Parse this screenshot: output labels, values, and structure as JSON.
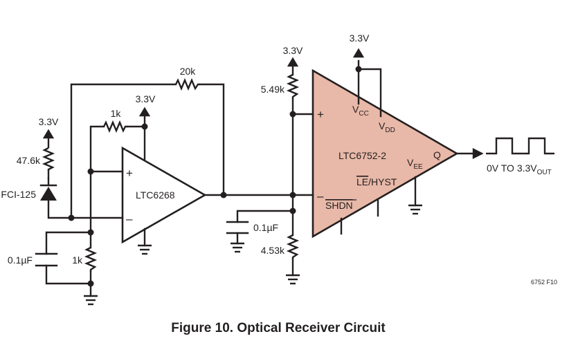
{
  "caption": "Figure 10. Optical Receiver Circuit",
  "figure_code": "6752 F10",
  "components": {
    "opamp_1": {
      "name": "LTC6268",
      "plus": "+",
      "minus": "–"
    },
    "comparator": {
      "name": "LTC6752-2",
      "plus": "+",
      "minus": "–",
      "vcc": {
        "main": "V",
        "sub": "CC"
      },
      "vdd": {
        "main": "V",
        "sub": "DD"
      },
      "vee": {
        "main": "V",
        "sub": "EE"
      },
      "q": "Q",
      "le_overbar": "LE",
      "hyst": "/HYST",
      "shdn": "SHDN"
    },
    "photodiode": {
      "label": "FCI-125"
    }
  },
  "supplies": {
    "pd_bias": "3.3V",
    "opamp": "3.3V",
    "divider": "3.3V",
    "comparator": "3.3V"
  },
  "resistors": {
    "r_pd": "47.6k",
    "r_input": "1k",
    "r_feedback": "20k",
    "r_gnd": "1k",
    "r_top": "5.49k",
    "r_bottom": "4.53k"
  },
  "capacitors": {
    "c_left": "0.1µF",
    "c_divider": "0.1µF"
  },
  "output": {
    "main": "0V TO 3.3V",
    "sub": "OUT"
  }
}
